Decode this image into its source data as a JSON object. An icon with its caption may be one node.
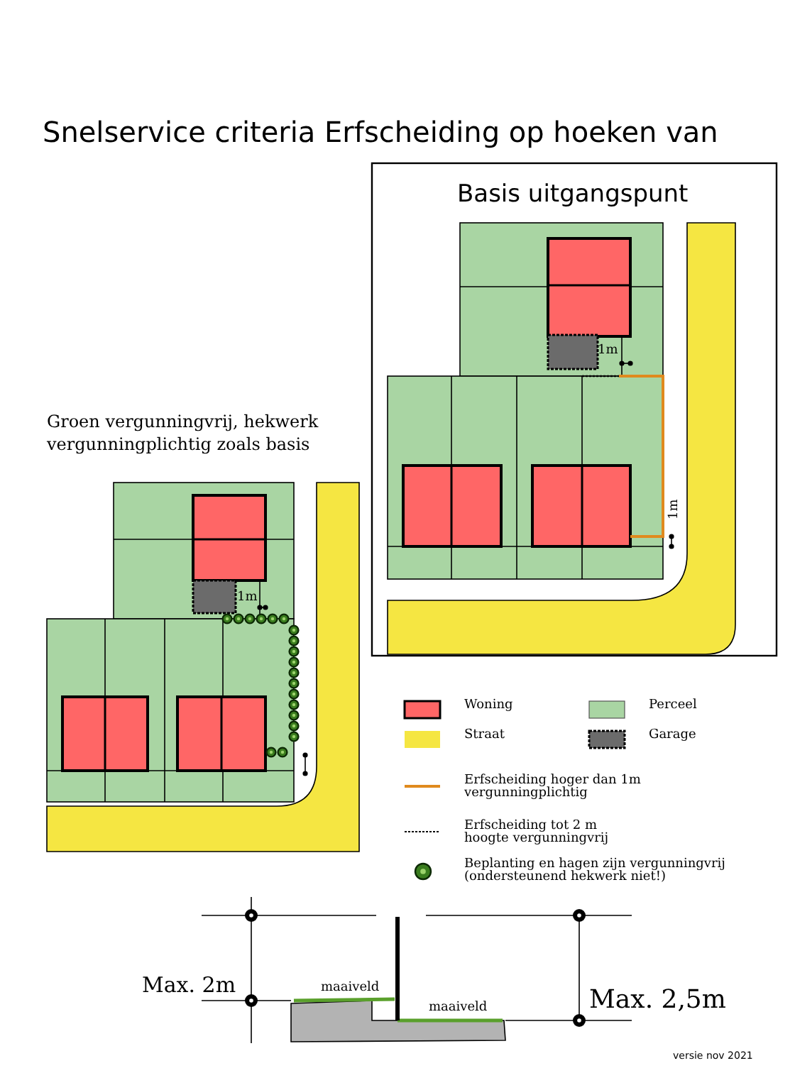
{
  "diagram": {
    "title": "Snelservice criteria Erfscheiding op hoeken van",
    "labels": [
      "Basis uitgangspunt",
      "1m",
      "1m",
      "Groen vergunningvrij, hekwerk vergunningplichtig zoals basis",
      "1m",
      "Max. 2m",
      "maaiveld",
      "maaiveld",
      "Max. 2,5m",
      "versie nov 2021"
    ],
    "legend": [
      {
        "text": "Woning",
        "color": "#ff6666"
      },
      {
        "text": "Perceel",
        "color": "#a9d5a3"
      },
      {
        "text": "Straat",
        "color": "#f5e642"
      },
      {
        "text": "Garage",
        "color": "#6b6b6b"
      },
      {
        "text": "Erfscheiding hoger dan 1m vergunningplichtig"
      },
      {
        "text": "Erfscheiding tot 2 m hoogte vergunningvrij"
      },
      {
        "text": "Beplanting en hagen zijn vergunningvrij (ondersteunend hekwerk niet!)"
      }
    ]
  }
}
